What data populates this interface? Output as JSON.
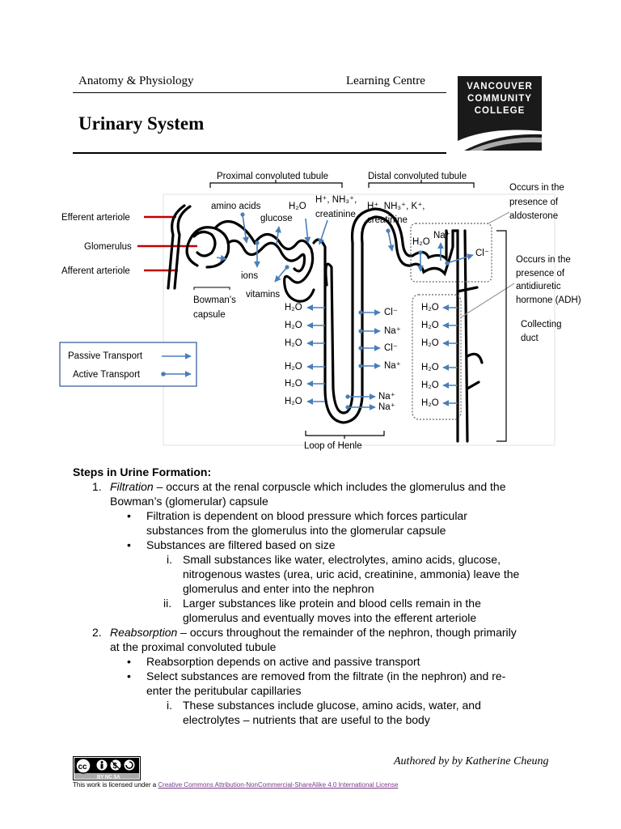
{
  "header": {
    "left": "Anatomy & Physiology",
    "right": "Learning Centre",
    "title": "Urinary System",
    "logo": [
      "VANCOUVER",
      "COMMUNITY",
      "COLLEGE"
    ]
  },
  "diagram": {
    "top_labels": {
      "proximal": "Proximal convoluted tubule",
      "distal": "Distal convoluted tubule"
    },
    "left_labels": {
      "efferent": "Efferent arteriole",
      "glomerulus": "Glomerulus",
      "afferent": "Afferent arteriole"
    },
    "bowman": [
      "Bowman’s",
      "capsule"
    ],
    "pct_substances": {
      "amino": "amino acids",
      "h2o": "H₂O",
      "hnh": "H⁺, NH₃⁺,",
      "glucose": "glucose",
      "creat": "creatinine",
      "ions": "ions",
      "vitamins": "vitamins"
    },
    "dct_substances": {
      "hnhk": "H⁺, NH₃⁺, K⁺,",
      "creat": "creatinine",
      "h2o": "H₂O",
      "na": "Na⁺",
      "cl": "Cl⁻"
    },
    "loop_left": [
      "H₂O",
      "H₂O",
      "H₂O",
      "H₂O",
      "H₂O",
      "H₂O"
    ],
    "loop_right": [
      "Cl⁻",
      "Na⁺",
      "Cl⁻",
      "Na⁺",
      "Na⁺",
      "Na⁺"
    ],
    "duct": [
      "H₂O",
      "H₂O",
      "H₂O",
      "H₂O",
      "H₂O",
      "H₂O"
    ],
    "loop_label": "Loop of Henle",
    "aldosterone": [
      "Occurs in the",
      "presence of",
      "aldosterone"
    ],
    "adh": [
      "Occurs in the",
      "presence of",
      "antidiuretic",
      "hormone (ADH)"
    ],
    "collecting": [
      "Collecting",
      "duct"
    ],
    "legend": {
      "passive": "Passive Transport",
      "active": "Active Transport"
    },
    "colors": {
      "arrow": "#4a7ebb",
      "arteriole_line": "#c00000"
    }
  },
  "steps": {
    "heading": "Steps in Urine Formation:",
    "s1_num": "1.",
    "s1_term": "Filtration",
    "s1_text": " – occurs at the renal corpuscle which includes the glomerulus and the",
    "s1_text2": "Bowman’s (glomerular) capsule",
    "s1_b1a": "Filtration is dependent on blood pressure which forces particular",
    "s1_b1b": "substances from the glomerulus into the glomerular capsule",
    "s1_b2": "Substances are filtered based on size",
    "s1_i_num": "i.",
    "s1_i_a": "Small substances like water, electrolytes, amino acids, glucose,",
    "s1_i_b": "nitrogenous wastes (urea, uric acid, creatinine, ammonia) leave the",
    "s1_i_c": "glomerulus and enter into the nephron",
    "s1_ii_num": "ii.",
    "s1_ii_a": "Larger substances like protein and blood cells remain in the",
    "s1_ii_b": "glomerulus and eventually moves into the efferent arteriole",
    "s2_num": "2.",
    "s2_term": "Reabsorption",
    "s2_text": " – occurs throughout the remainder of the nephron, though primarily",
    "s2_text2": "at the proximal convoluted tubule",
    "s2_b1": "Reabsorption depends on active and passive transport",
    "s2_b2a": "Select substances are removed from the filtrate (in the nephron) and re-",
    "s2_b2b": "enter the peritubular capillaries",
    "s2_i_num": "i.",
    "s2_i_a": "These substances include glucose, amino acids, water, and",
    "s2_i_b": "electrolytes – nutrients that are useful to the body"
  },
  "footer": {
    "author": "Authored by by Katherine Cheung",
    "cc_badge": "BY NC SA",
    "license_prefix": "This work is licensed under a ",
    "license_link": "Creative Commons Attribution-NonCommercial-ShareAlike 4.0 International License"
  }
}
